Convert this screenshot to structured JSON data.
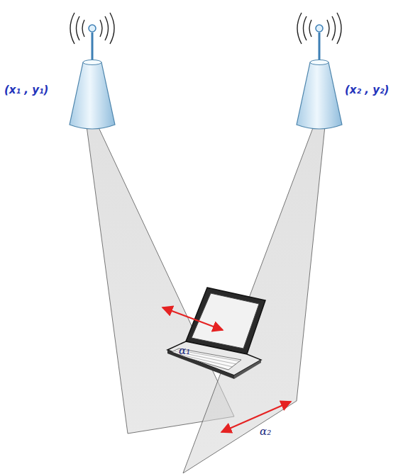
{
  "diagram": {
    "labels": [
      "(x₁ , y₁)",
      "(x₂ , y₂)",
      "α₁",
      "α₂"
    ]
  }
}
